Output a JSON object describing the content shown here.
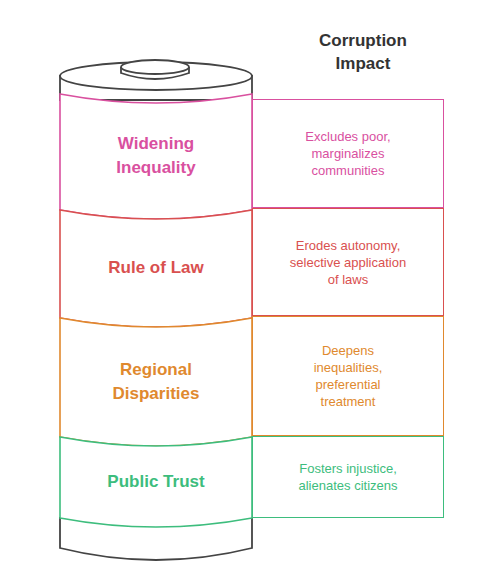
{
  "diagram": {
    "title": "Corruption Impact",
    "nodes": [
      {
        "text": [
          "Widening Inequality"
        ]
      },
      {
        "text": [
          "Excludes poor, marginalizes communities"
        ]
      },
      {
        "text": [
          "Rule of Law"
        ]
      },
      {
        "text": [
          "Erodes autonomy, selective application of laws"
        ]
      },
      {
        "text": [
          "Regional Disparities"
        ]
      },
      {
        "text": [
          "Deepens inequalities, preferential treatment"
        ]
      },
      {
        "text": [
          "Public Trust"
        ]
      },
      {
        "text": [
          "Fosters injustice, alienates citizens"
        ]
      }
    ]
  }
}
